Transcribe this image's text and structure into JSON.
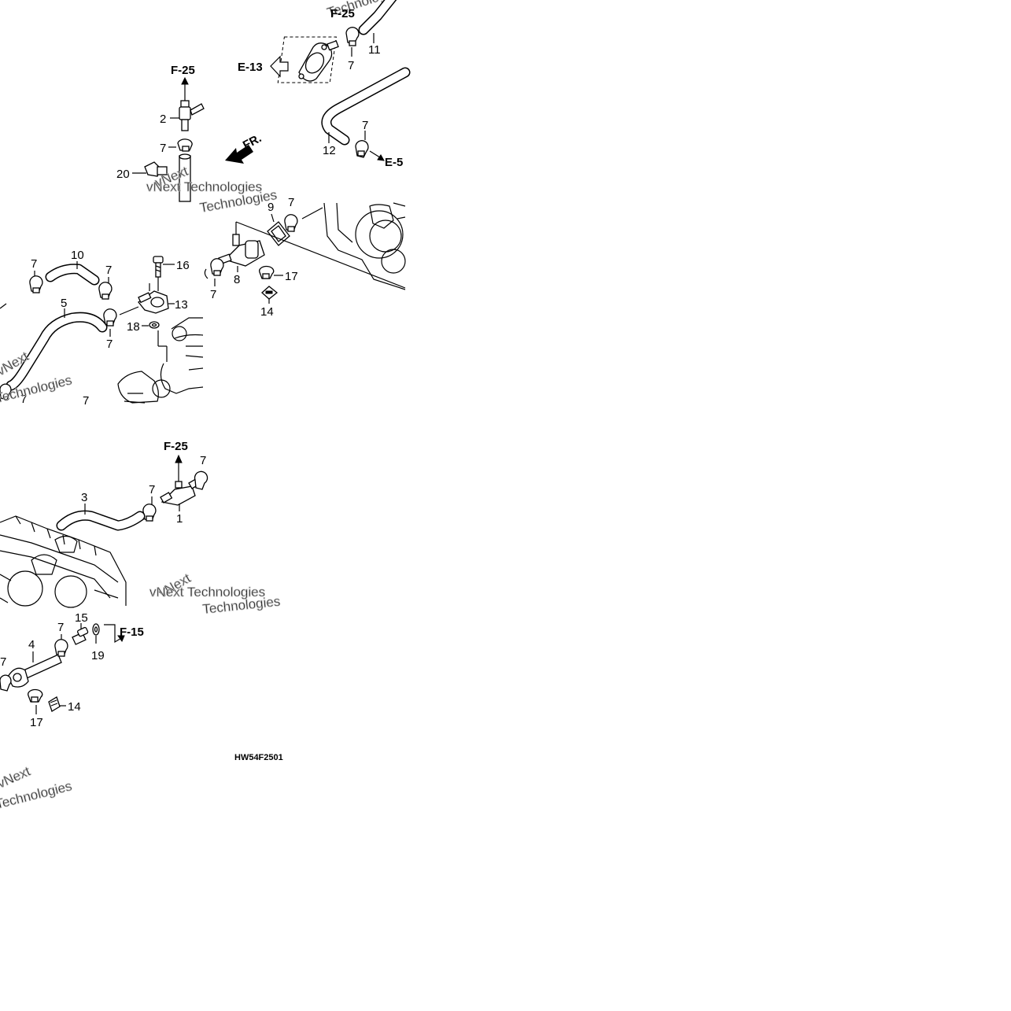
{
  "diagram_code": "HW54F2501",
  "watermark": {
    "line1": "vNext",
    "line2": "Technologies",
    "full": "vNext Technologies"
  },
  "refs": {
    "f25": "F-25",
    "e13": "E-13",
    "e5": "E-5",
    "fr": "FR.",
    "f15": "F-15"
  },
  "labels": {
    "n1": "1",
    "n2": "2",
    "n3": "3",
    "n4": "4",
    "n5": "5",
    "n7": "7",
    "n8": "8",
    "n9": "9",
    "n10": "10",
    "n11": "11",
    "n12": "12",
    "n13": "13",
    "n14": "14",
    "n15": "15",
    "n16": "16",
    "n17": "17",
    "n18": "18",
    "n19": "19",
    "n20": "20"
  }
}
